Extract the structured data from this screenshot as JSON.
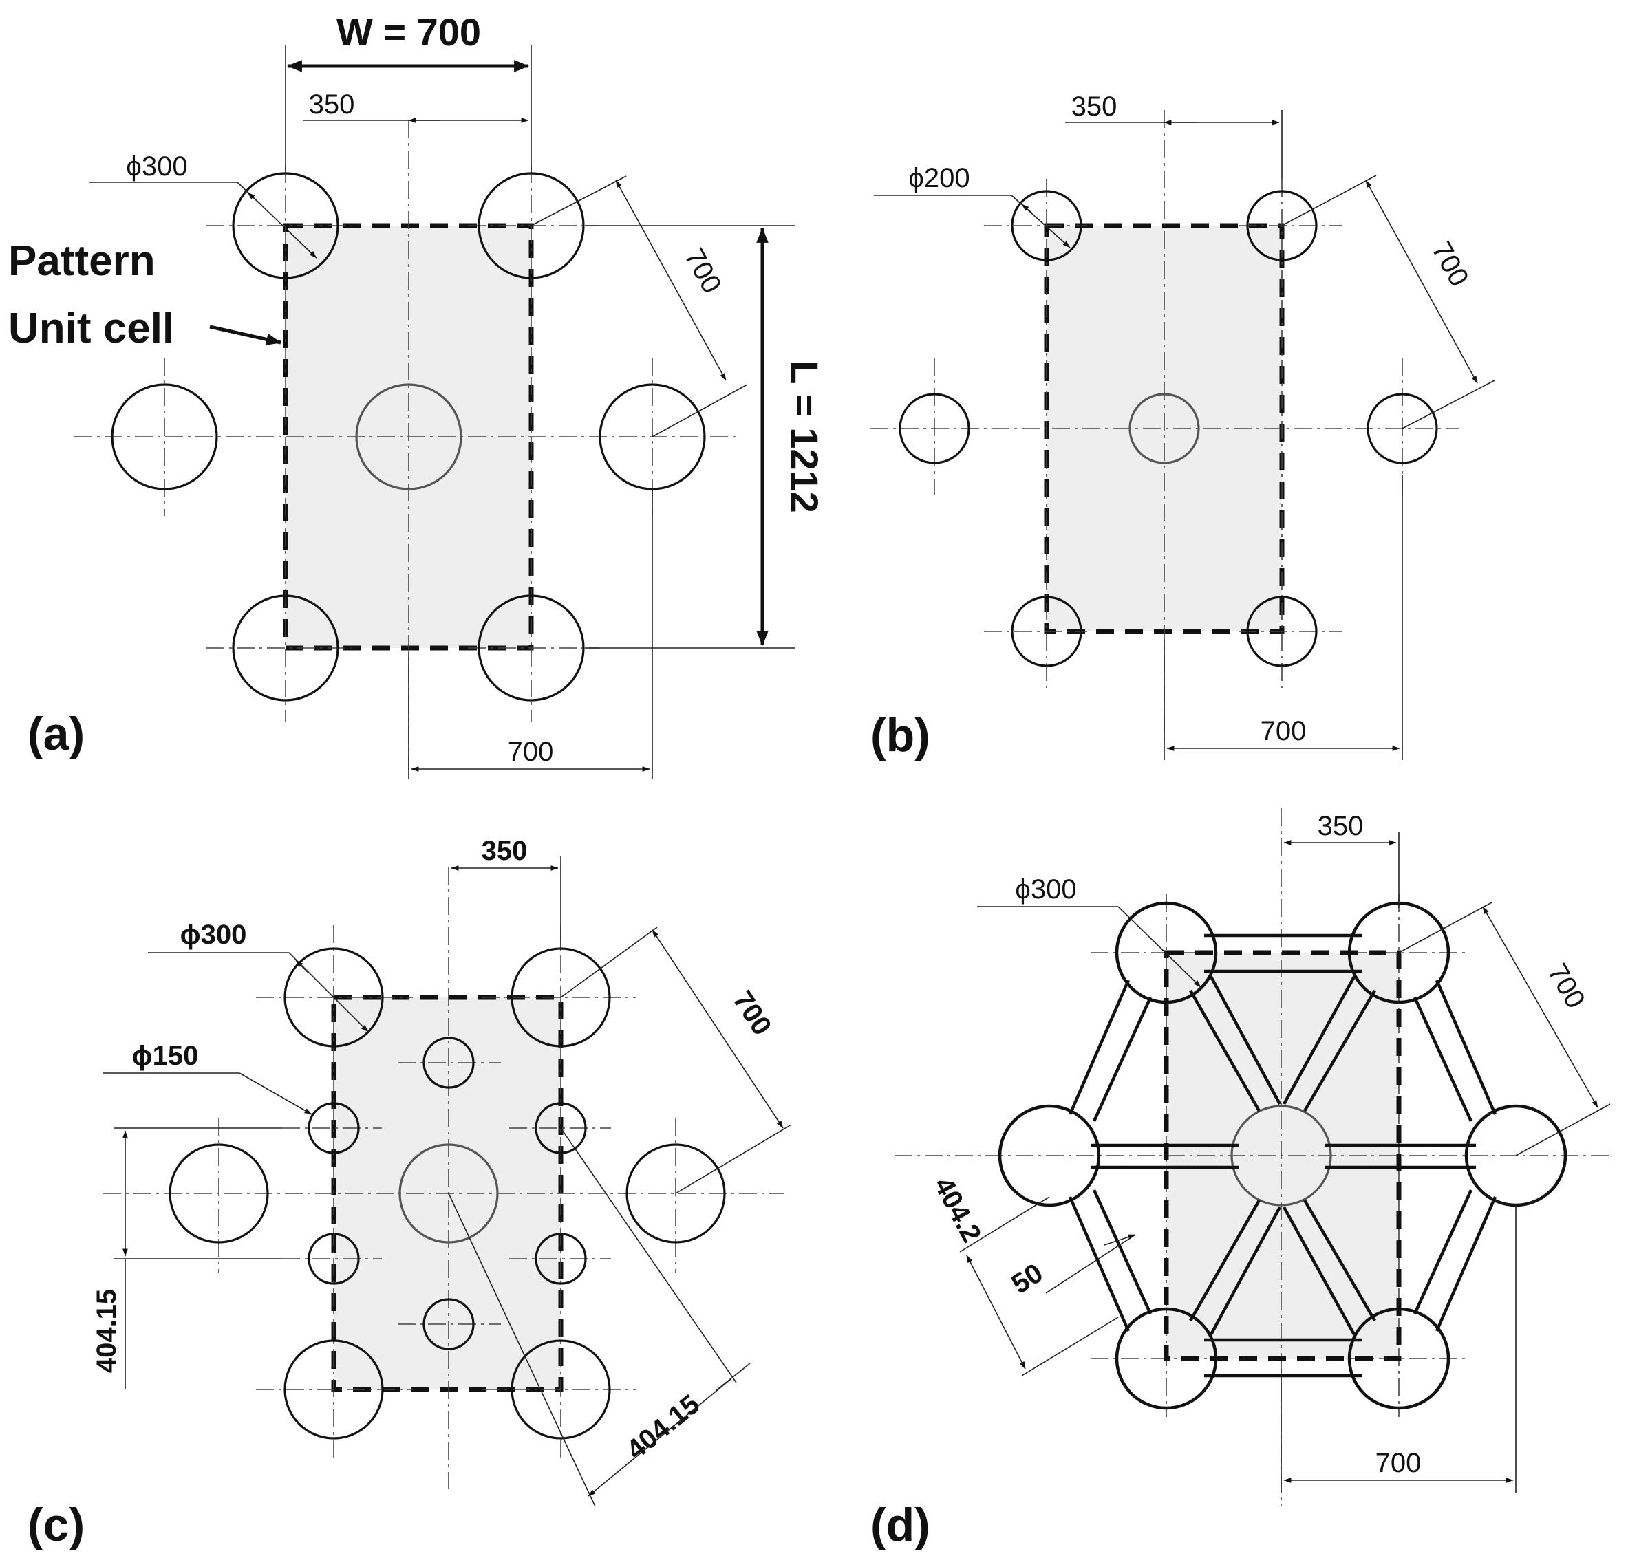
{
  "figure": {
    "panel_labels": [
      "(a)",
      "(b)",
      "(c)",
      "(d)"
    ],
    "a": {
      "width_label": "W = 700",
      "length_label": "L = 1212",
      "half_spacing": "350",
      "diameter": "ϕ300",
      "diagonal_spacing": "700",
      "horizontal_spacing": "700",
      "callout_line1": "Pattern",
      "callout_line2": "Unit cell"
    },
    "b": {
      "half_spacing": "350",
      "diameter": "ϕ200",
      "diagonal_spacing": "700",
      "horizontal_spacing": "700"
    },
    "c": {
      "half_spacing": "350",
      "diameter_large": "ϕ300",
      "diameter_small": "ϕ150",
      "diagonal_spacing": "700",
      "vertical_offset": "404.15",
      "diagonal_offset": "404.15"
    },
    "d": {
      "half_spacing": "350",
      "diameter": "ϕ300",
      "diagonal_spacing": "700",
      "offset": "404.2",
      "strut_width": "50",
      "horizontal_spacing": "700"
    }
  }
}
